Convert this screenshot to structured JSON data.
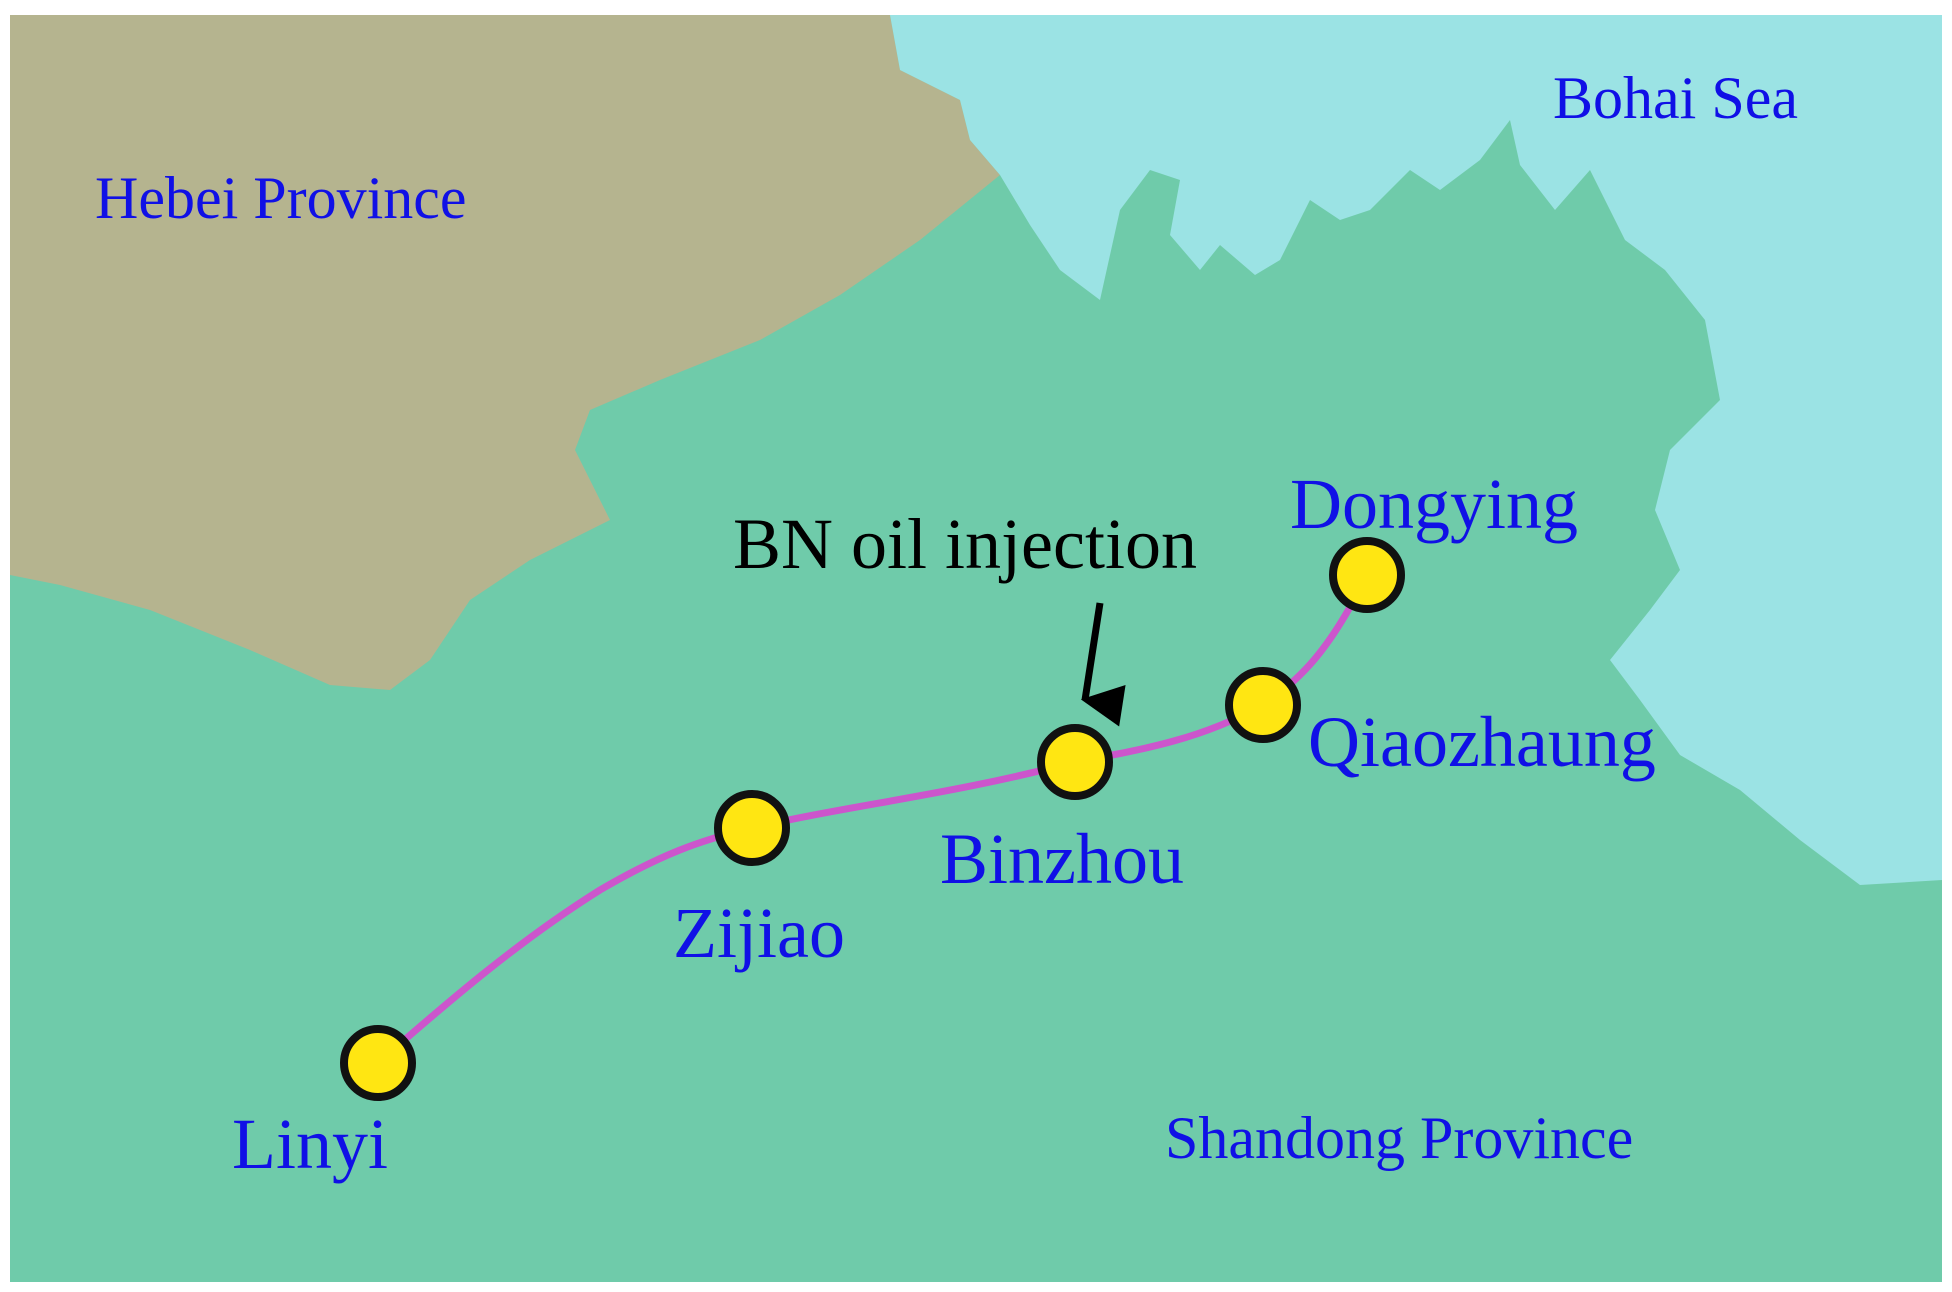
{
  "colors": {
    "land": "#6fcbaa",
    "hebei": "#b5b48f",
    "sea": "#9be3e4",
    "pipeline": "#cc55cc",
    "station_fill": "#ffe612",
    "station_stroke": "#111111",
    "label_text": "#1010e6",
    "note_text": "#000000"
  },
  "regions": {
    "hebei": "Hebei Province",
    "shandong": "Shandong Province",
    "bohai": "Bohai Sea"
  },
  "stations": [
    {
      "id": "linyi",
      "name": "Linyi"
    },
    {
      "id": "zijiao",
      "name": "Zijiao"
    },
    {
      "id": "binzhou",
      "name": "Binzhou"
    },
    {
      "id": "qiaozhaung",
      "name": "Qiaozhaung"
    },
    {
      "id": "dongying",
      "name": "Dongying"
    }
  ],
  "annotation": {
    "text": "BN oil injection",
    "points_to": "binzhou",
    "icon": "arrow-down-icon"
  }
}
